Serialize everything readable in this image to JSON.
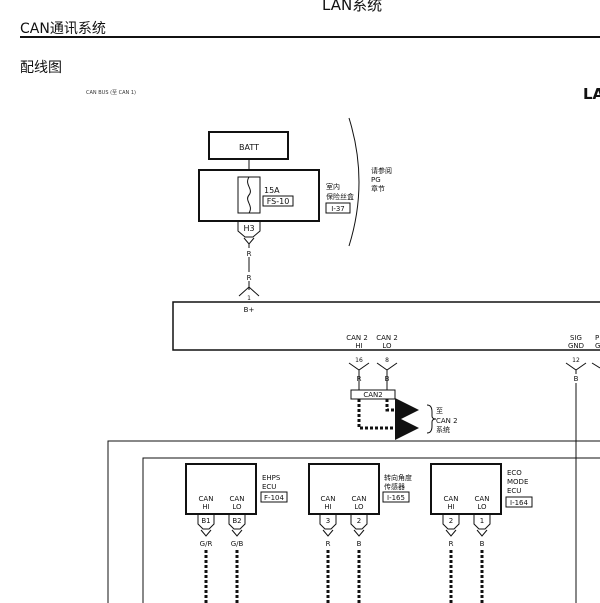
{
  "header": {
    "doc_title": "LAN系统",
    "section_title": "CAN通讯系统",
    "diagram_label": "配线图",
    "bus_label": "CAN BUS (至 CAN 1)",
    "page_code": "LA"
  },
  "batt_label": "BATT",
  "fuse": {
    "rating": "15A",
    "id": "FS-10"
  },
  "fuse_box": {
    "line1": "室内",
    "line2": "保险丝盒",
    "connector": "I-37"
  },
  "ref_note": {
    "line1": "请参阅",
    "line2": "PG",
    "line3": "章节"
  },
  "harness": {
    "connector": "H3",
    "wire1": "R",
    "wire2": "R",
    "pin": "1"
  },
  "ecu_main": {
    "bplus": "B+",
    "can2_hi_l1": "CAN 2",
    "can2_hi_l2": "HI",
    "can2_lo_l1": "CAN 2",
    "can2_lo_l2": "LO",
    "pin_hi": "16",
    "pin_lo": "8",
    "color_hi": "R",
    "color_lo": "B",
    "sig_gnd_l1": "SIG",
    "sig_gnd_l2": "GND",
    "sig_gnd_pin": "12",
    "sig_gnd_color": "B",
    "p_label_l1": "P",
    "p_label_l2": "G"
  },
  "can2_junction": "CAN2",
  "to_system": {
    "line1": "至",
    "line2": "CAN 2",
    "line3": "系统"
  },
  "modules": [
    {
      "name_l1": "EHPS",
      "name_l2": "ECU",
      "name_l3": "",
      "connector": "F-104",
      "pin_hi": "B1",
      "pin_lo": "B2",
      "color_hi": "G/R",
      "color_lo": "G/B"
    },
    {
      "name_l1": "转向角度",
      "name_l2": "传感器",
      "name_l3": "",
      "connector": "I-165",
      "pin_hi": "3",
      "pin_lo": "2",
      "color_hi": "R",
      "color_lo": "B"
    },
    {
      "name_l1": "ECO",
      "name_l2": "MODE",
      "name_l3": "ECU",
      "connector": "I-164",
      "pin_hi": "2",
      "pin_lo": "1",
      "color_hi": "R",
      "color_lo": "B"
    }
  ],
  "module_pin_labels": {
    "hi_l1": "CAN",
    "hi_l2": "HI",
    "lo_l1": "CAN",
    "lo_l2": "LO"
  }
}
